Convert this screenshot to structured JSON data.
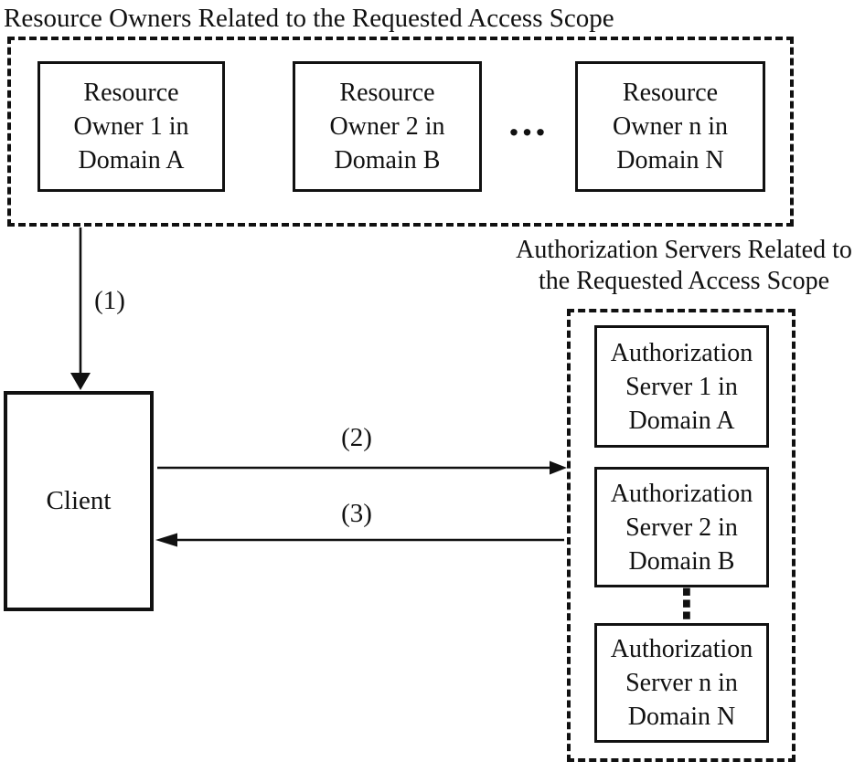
{
  "diagram": {
    "colors": {
      "line": "#111111",
      "background": "#ffffff"
    },
    "resource_owners": {
      "title": "Resource Owners Related to the Requested Access Scope",
      "boxes": [
        {
          "label": "Resource\nOwner 1 in\nDomain A"
        },
        {
          "label": "Resource\nOwner 2 in\nDomain B"
        },
        {
          "label": "Resource\nOwner n in\nDomain N"
        }
      ],
      "ellipsis": "..."
    },
    "client": {
      "label": "Client"
    },
    "authorization_servers": {
      "title": "Authorization Servers Related to\nthe Requested Access Scope",
      "boxes": [
        {
          "label": "Authorization\nServer 1 in\nDomain A"
        },
        {
          "label": "Authorization\nServer 2 in\nDomain B"
        },
        {
          "label": "Authorization\nServer n in\nDomain N"
        }
      ],
      "ellipsis": "⋮"
    },
    "arrows": [
      {
        "label": "(1)"
      },
      {
        "label": "(2)"
      },
      {
        "label": "(3)"
      }
    ]
  }
}
